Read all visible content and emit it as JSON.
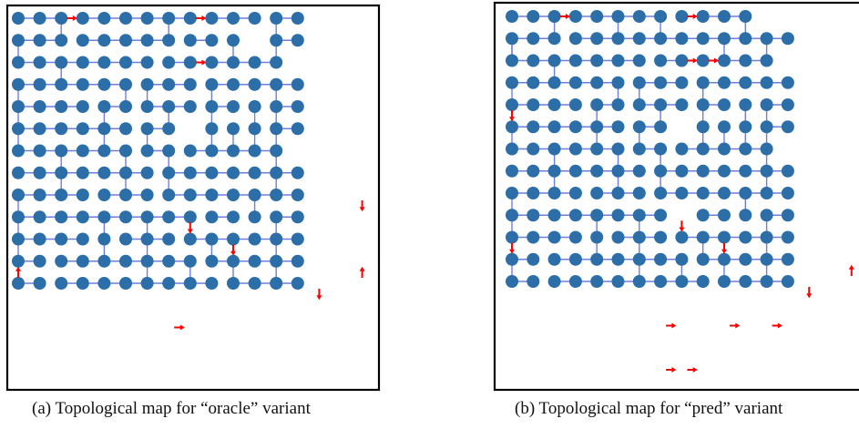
{
  "figure": {
    "panels": [
      {
        "id": "a",
        "caption": "(a) Topological map for “oracle” variant",
        "rows": [
          "###########-#",
          "..#....#....#",
          "##.####-#...#",
          "#.........#.#",
          "######.#####.",
          "..#..........",
          "#####.##.####",
          "#....##..#..#",
          "###.#.##.#..#",
          "#...#..#.#.##",
          "#####.#.....#",
          "#...#.#..####",
          "#####.#.####.",
          "..#..#.#....#",
          "######.######",
          "..#..#.#....#",
          "###.##.######",
          "#..........#.",
          "########.#..#",
          "#...#.#.....#",
          "###..##.#####",
          "#...#.#..#..#",
          "#.######.####",
          "#.....#.#.#.#",
          "#.#######.###"
        ],
        "extra_edges": [],
        "red_edges": [
          [
            0,
            2,
            0,
            3
          ],
          [
            0,
            8,
            0,
            9
          ],
          [
            2,
            8,
            2,
            9
          ],
          [
            8,
            16,
            9,
            16
          ],
          [
            9,
            8,
            10,
            8
          ],
          [
            10,
            10,
            11,
            10
          ],
          [
            12,
            0,
            11,
            0
          ],
          [
            12,
            16,
            11,
            16
          ],
          [
            12,
            14,
            13,
            14
          ],
          [
            14,
            7,
            14,
            8
          ]
        ]
      },
      {
        "id": "b",
        "caption": "(b) Topological map for “pred” variant",
        "rows": [
          "#######.###..",
          "..#..#.#...#.",
          "##.##########",
          "#.........#.#",
          "######.#####.",
          "..#..........",
          "#####.##.####",
          "#....##..#...",
          "###.#.##.#..#",
          "#...#..#.#.##",
          "#####.#.....#",
          "#...#.#..####",
          "#####.#.####.",
          "..#..#.#....#",
          "######.######",
          "..#..#.#....#",
          "###.##.######",
          "#..........#.",
          "#######..#..#",
          "#...#.#.....#",
          "###..##.#####",
          "#...#.#..#..#",
          "#.######.####",
          "#.....#.#.#.#",
          "#.#######.###"
        ],
        "extra_edges": [
          [
            2,
            1,
            2,
            2
          ],
          [
            3,
            0,
            4,
            0
          ],
          [
            2,
            0,
            1,
            0
          ],
          [
            2,
            3,
            2,
            4
          ]
        ],
        "red_edges": [
          [
            0,
            2,
            0,
            3
          ],
          [
            0,
            8,
            0,
            9
          ],
          [
            2,
            8,
            2,
            9
          ],
          [
            2,
            9,
            2,
            10
          ],
          [
            4,
            0,
            5,
            0
          ],
          [
            9,
            8,
            10,
            8
          ],
          [
            10,
            10,
            11,
            10
          ],
          [
            10,
            0,
            11,
            0
          ],
          [
            12,
            16,
            11,
            16
          ],
          [
            12,
            14,
            13,
            14
          ],
          [
            14,
            7,
            14,
            8
          ],
          [
            14,
            10,
            14,
            11
          ],
          [
            14,
            12,
            14,
            13
          ],
          [
            16,
            7,
            16,
            8
          ],
          [
            16,
            8,
            16,
            9
          ]
        ]
      }
    ],
    "colors": {
      "node": "#2c6ea8",
      "edge": "#6b7fe0",
      "arrow": "#ff0000",
      "frame": "#000000"
    }
  }
}
